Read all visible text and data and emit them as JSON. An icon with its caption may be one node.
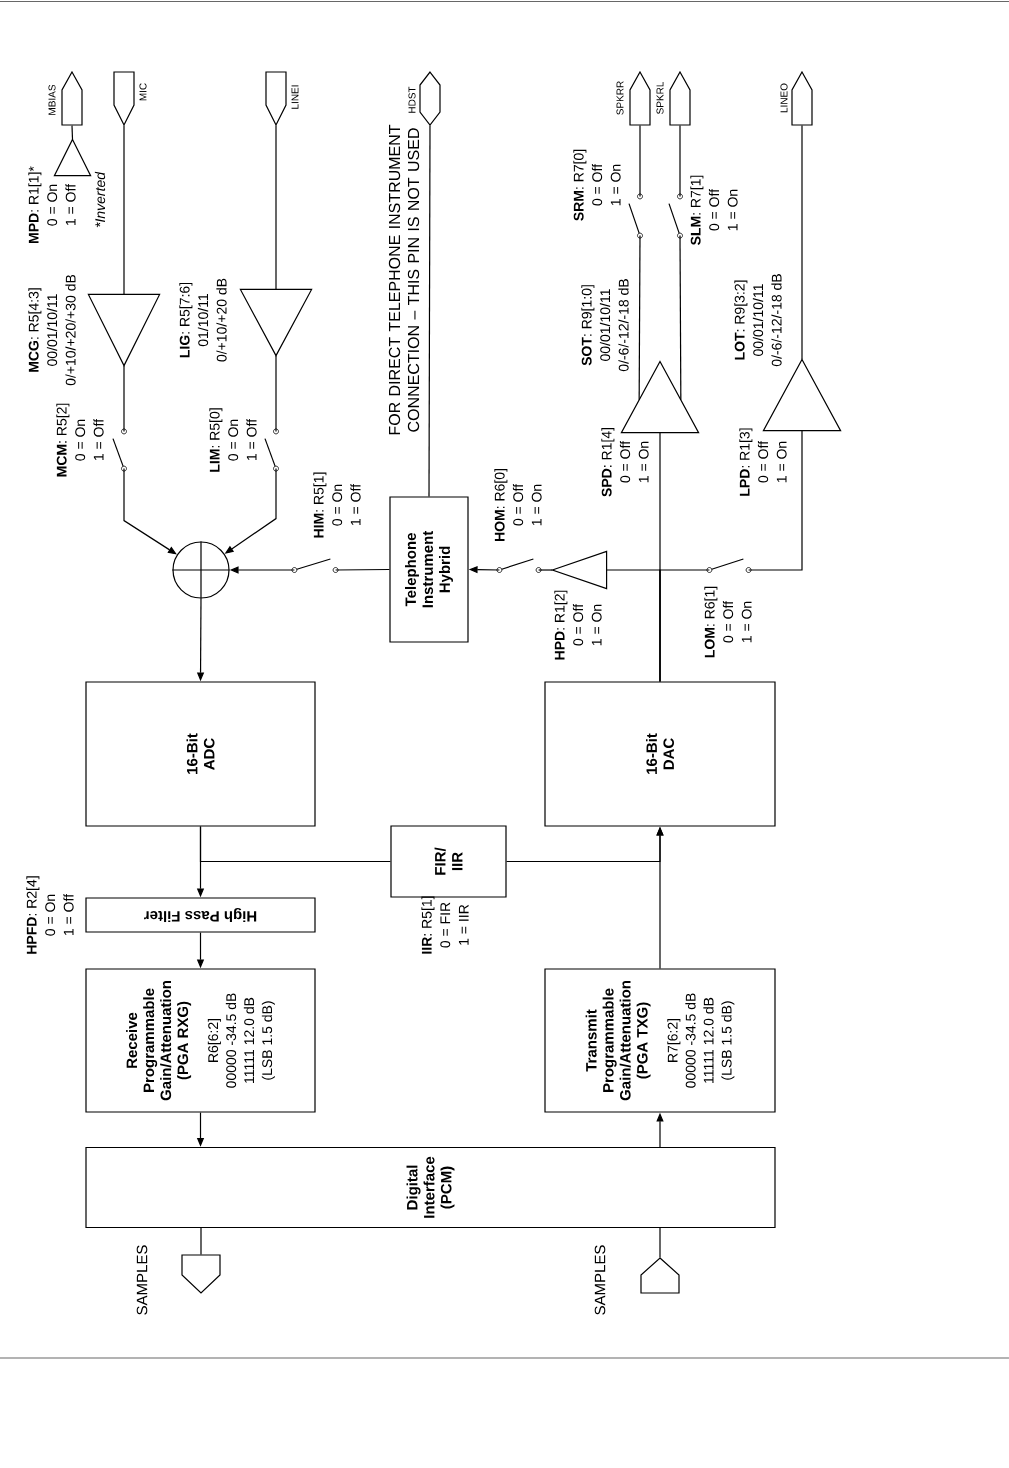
{
  "diagram": {
    "nodes": [
      {
        "text": [
          "MBIAS"
        ]
      },
      {
        "text": [],
        "shape": "triangle",
        "beside": [
          "**MPD**: R1[1]*",
          "0 = On",
          "1 = Off",
          "*Inverted"
        ]
      },
      {
        "text": [
          "MIC"
        ]
      },
      {
        "text": [],
        "shape": "triangle",
        "beside": [
          "**MCG**: R5[4:3]",
          "00/01/10/11",
          "0/+10/+20/+30 dB"
        ]
      },
      {
        "text": [],
        "shape": "switch",
        "beside": [
          "**MCM**: R5[2]",
          "0 = On",
          "1 = Off"
        ]
      },
      {
        "text": [
          "LINEI"
        ]
      },
      {
        "text": [],
        "shape": "triangle",
        "beside": [
          "**LIG**: R5[7:6]",
          "01/10/11",
          "0/+10/+20 dB"
        ]
      },
      {
        "text": [],
        "shape": "switch",
        "beside": [
          "**LIM**: R5[0]",
          "0 = On",
          "1 = Off"
        ]
      },
      {
        "text": [],
        "shape": "circle"
      },
      {
        "text": [],
        "shape": "switch",
        "beside": [
          "**HIM**: R5[1]",
          "0 = On",
          "1 = Off"
        ]
      },
      {
        "text": [
          "Telephone Instrument Hybrid"
        ]
      },
      {
        "text": [
          "HDST"
        ]
      },
      {
        "text": [],
        "shape": "switch",
        "beside": [
          "**HOM**: R6[0]",
          "0 = Off",
          "1 = On"
        ]
      },
      {
        "text": [],
        "shape": "triangle",
        "beside": [
          "**HPD**: R1[2]",
          "0 = Off",
          "1 = On"
        ]
      },
      {
        "text": [
          "SPKRR"
        ]
      },
      {
        "text": [
          "SPKRL"
        ]
      },
      {
        "text": [],
        "shape": "switch",
        "beside": [
          "**SRM**: R7[0]",
          "0 = Off",
          "1 = On"
        ]
      },
      {
        "text": [],
        "shape": "switch",
        "beside": [
          "**SLM**: R7[1]",
          "0 = Off",
          "1 = On"
        ]
      },
      {
        "text": [],
        "shape": "triangle",
        "beside": [
          "**SOT**: R9[1:0]",
          "00/01/10/11",
          "0/-6/-12/-18 dB",
          "**SPD**: R1[4]",
          "0 = Off",
          "1 = On"
        ]
      },
      {
        "text": [
          "LINEO"
        ]
      },
      {
        "text": [],
        "shape": "triangle",
        "beside": [
          "**LOT**: R9[3:2]",
          "00/01/10/11",
          "0/-6/-12/-18 dB",
          "**LPD**: R1[3]",
          "0 = Off",
          "1 = On"
        ]
      },
      {
        "text": [],
        "shape": "switch",
        "beside": [
          "**LOM**: R6[1]",
          "0 = Off",
          "1 = On"
        ]
      },
      {
        "text": [
          "16-Bit ADC"
        ]
      },
      {
        "text": [
          "16-Bit DAC"
        ]
      },
      {
        "text": [
          "FIR/ IIR"
        ],
        "beside": [
          "**IIR**: R5[1]",
          "0 = FIR",
          "1 = IIR"
        ]
      },
      {
        "text": [
          "High Pass Filter"
        ],
        "beside": [
          "**HPFD**: R2[4]",
          "0 = On",
          "1 = Off"
        ]
      },
      {
        "text": [
          "Receive Programmable Gain/Attenuation (PGA RXG)",
          "R6[6:2]",
          "00000 -34.5 dB",
          "11111 12.0 dB",
          "(LSB 1.5 dB)"
        ]
      },
      {
        "text": [
          "Transmit Programmable Gain/Attenuation (PGA TXG)",
          "R7[6:2]",
          "00000 -34.5 dB",
          "11111 12.0 dB",
          "(LSB 1.5 dB)"
        ]
      },
      {
        "text": [
          "Digital Interface (PCM)"
        ]
      },
      {
        "text": [
          "SAMPLES"
        ]
      },
      {
        "text": [
          "SAMPLES"
        ]
      }
    ],
    "edges": [
      {
        "from": 1,
        "to": 0,
        "arrow": "none"
      },
      {
        "from": 2,
        "to": 3,
        "arrow": "none"
      },
      {
        "from": 3,
        "to": 4,
        "arrow": "none"
      },
      {
        "from": 4,
        "to": 8,
        "arrow": "to"
      },
      {
        "from": 5,
        "to": 6,
        "arrow": "none"
      },
      {
        "from": 6,
        "to": 7,
        "arrow": "none"
      },
      {
        "from": 7,
        "to": 8,
        "arrow": "to"
      },
      {
        "from": 10,
        "to": 9,
        "arrow": "none"
      },
      {
        "from": 9,
        "to": 8,
        "arrow": "to"
      },
      {
        "from": 11,
        "to": 10,
        "arrow": "none"
      },
      {
        "from": 12,
        "to": 10,
        "arrow": "to"
      },
      {
        "from": 13,
        "to": 12,
        "arrow": "none"
      },
      {
        "from": 23,
        "to": 18,
        "arrow": "none"
      },
      {
        "from": 23,
        "to": 13,
        "arrow": "none"
      },
      {
        "from": 23,
        "to": 21,
        "arrow": "none"
      },
      {
        "from": 21,
        "to": 20,
        "arrow": "none"
      },
      {
        "from": 20,
        "to": 19,
        "arrow": "none"
      },
      {
        "from": 18,
        "to": 16,
        "arrow": "none"
      },
      {
        "from": 18,
        "to": 17,
        "arrow": "none"
      },
      {
        "from": 16,
        "to": 14,
        "arrow": "none"
      },
      {
        "from": 17,
        "to": 15,
        "arrow": "none"
      },
      {
        "from": 8,
        "to": 22,
        "arrow": "to"
      },
      {
        "from": 22,
        "to": 25,
        "arrow": "to"
      },
      {
        "from": 22,
        "to": 24,
        "arrow": "none"
      },
      {
        "from": 25,
        "to": 26,
        "arrow": "to"
      },
      {
        "from": 26,
        "to": 28,
        "arrow": "to"
      },
      {
        "from": 28,
        "to": 29,
        "arrow": "none"
      },
      {
        "from": 30,
        "to": 28,
        "arrow": "none"
      },
      {
        "from": 28,
        "to": 27,
        "arrow": "to"
      },
      {
        "from": 27,
        "to": 23,
        "arrow": "to"
      },
      {
        "from": 24,
        "to": 23,
        "arrow": "to"
      }
    ],
    "labels": [
      "FOR DIRECT TELEPHONE INSTRUMENT CONNECTION – THIS PIN IS NOT USED"
    ]
  }
}
